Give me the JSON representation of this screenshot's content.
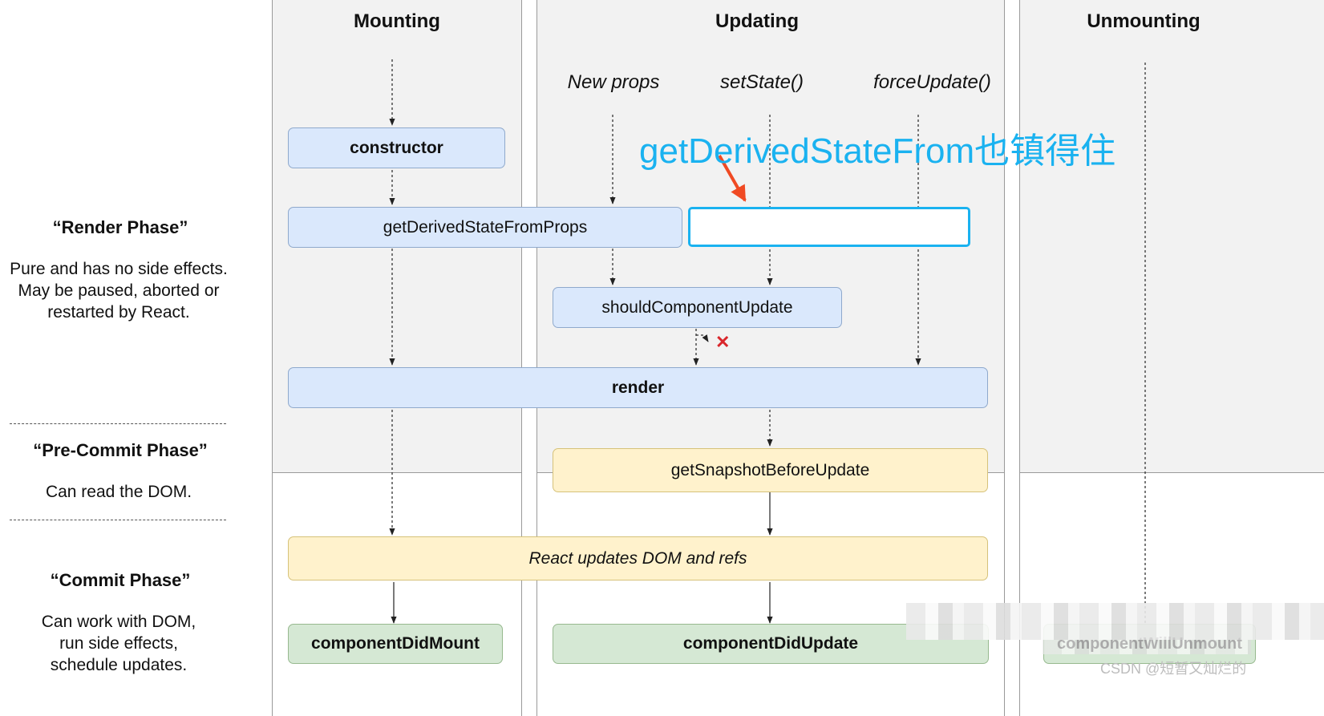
{
  "columns": {
    "mounting": "Mounting",
    "updating": "Updating",
    "unmounting": "Unmounting"
  },
  "triggers": {
    "new_props": "New props",
    "set_state": "setState()",
    "force_update": "forceUpdate()"
  },
  "phases": {
    "render": {
      "title": "“Render Phase”",
      "desc_lines": [
        "Pure and has no side effects.",
        "May be paused, aborted or",
        "restarted by React."
      ]
    },
    "precommit": {
      "title": "“Pre-Commit Phase”",
      "desc_lines": [
        "Can read the DOM."
      ]
    },
    "commit": {
      "title": "“Commit Phase”",
      "desc_lines": [
        "Can work with DOM,",
        "run side effects,",
        "schedule updates."
      ]
    }
  },
  "nodes": {
    "constructor": "constructor",
    "gdsfp": "getDerivedStateFromProps",
    "scu": "shouldComponentUpdate",
    "render": "render",
    "gsbu": "getSnapshotBeforeUpdate",
    "dom_update": "React updates DOM and refs",
    "cdm": "componentDidMount",
    "cdu": "componentDidUpdate",
    "cwu": "componentWillUnmount"
  },
  "annotation": {
    "text": "getDerivedStateFrom也镇得住"
  },
  "cancel_mark": "✕",
  "watermark": "CSDN @短暂又灿烂的",
  "colors": {
    "blue_box": "#dae8fc",
    "yellow_box": "#fff2cc",
    "green_box": "#d5e8d4",
    "annotation": "#1ab2f0",
    "arrow_red": "#f04a23",
    "cancel": "#d9262b"
  }
}
